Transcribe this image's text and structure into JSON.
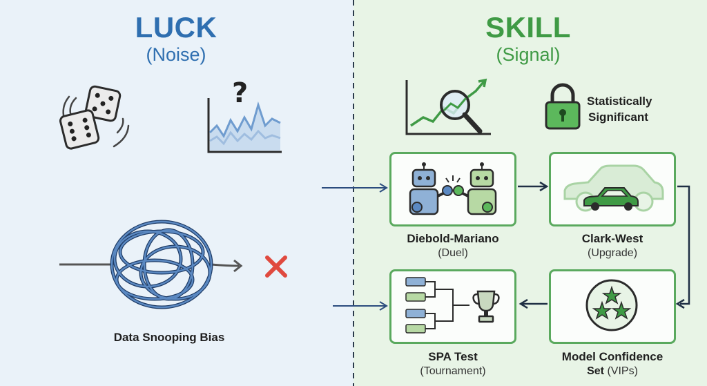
{
  "luck": {
    "title": "LUCK",
    "subtitle": "(Noise)",
    "snooping_label": "Data Snooping Bias"
  },
  "skill": {
    "title": "SKILL",
    "subtitle": "(Signal)",
    "significance_label_line1": "Statistically",
    "significance_label_line2": "Significant",
    "tests": [
      {
        "name": "Diebold-Mariano",
        "desc": "(Duel)"
      },
      {
        "name": "Clark-West",
        "desc": "(Upgrade)"
      },
      {
        "name": "SPA Test",
        "desc": "(Tournament)"
      },
      {
        "name_line1": "Model Confidence",
        "name_line2": "Set",
        "desc": "(VIPs)"
      }
    ]
  },
  "colors": {
    "luck_blue": "#2f6fb0",
    "skill_green": "#3f9a45",
    "luck_bg": "#eaf2f9",
    "skill_bg": "#e8f4e6",
    "reject_red": "#e04a3f"
  },
  "icons": [
    "dice-icon",
    "noisy-chart-icon",
    "question-mark-icon",
    "tangled-knot-icon",
    "red-x-icon",
    "magnifier-chart-icon",
    "padlock-icon",
    "robots-boxing-icon",
    "car-upgrade-icon",
    "tournament-bracket-icon",
    "trophy-icon",
    "stars-badge-icon"
  ]
}
